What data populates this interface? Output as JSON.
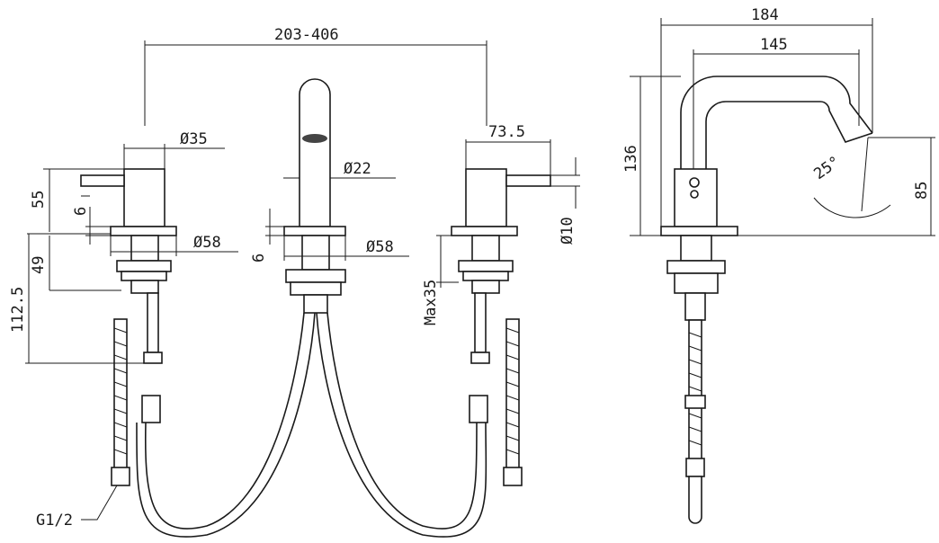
{
  "drawing": {
    "front_view": {
      "spacing": "203-406",
      "handle_diameter": "Ø35",
      "spout_diameter": "Ø22",
      "lever_length": "73.5",
      "handle_height": "55",
      "plate_thickness_left": "6",
      "plate_thickness_center": "6",
      "base_diameter_left": "Ø58",
      "base_diameter_center": "Ø58",
      "shank_height": "49",
      "total_below": "112.5",
      "max_deck": "Max35",
      "lever_diameter": "Ø10",
      "thread": "G1/2"
    },
    "side_view": {
      "overall_reach": "184",
      "spout_reach": "145",
      "height": "136",
      "outlet_height": "85",
      "angle": "25°"
    }
  }
}
